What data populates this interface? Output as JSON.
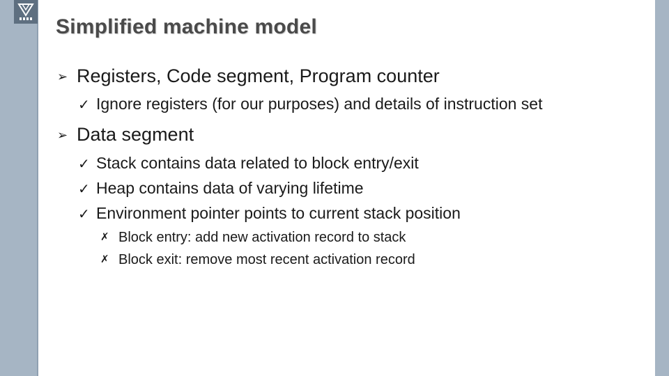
{
  "slide": {
    "title": "Simplified machine model",
    "bullets": [
      {
        "icon": "arrow-icon",
        "text": "Registers, Code segment, Program counter",
        "children": [
          {
            "icon": "checkmark-icon",
            "text": "Ignore registers (for our purposes) and details of instruction set"
          }
        ]
      },
      {
        "icon": "arrow-icon",
        "text": "Data segment",
        "children": [
          {
            "icon": "checkmark-icon",
            "text": "Stack contains data related to block entry/exit"
          },
          {
            "icon": "checkmark-icon",
            "text": "Heap contains data of varying lifetime"
          },
          {
            "icon": "checkmark-icon",
            "text": "Environment pointer points to current stack position",
            "children": [
              {
                "icon": "cross-icon",
                "text": "Block entry: add new activation record to stack"
              },
              {
                "icon": "cross-icon",
                "text": "Block exit: remove most recent activation record"
              }
            ]
          }
        ]
      }
    ]
  },
  "colors": {
    "side_bar": "#a6b5c4",
    "logo_bg": "#5e6f80",
    "title_text": "#4a4a4a",
    "body_text": "#1a1a1a"
  }
}
